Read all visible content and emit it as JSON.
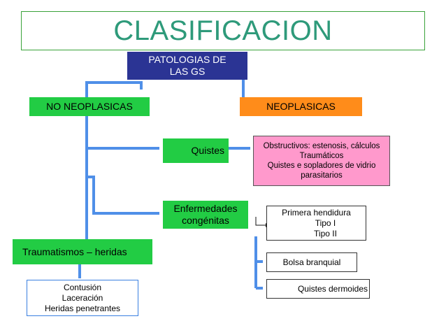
{
  "title": "CLASIFICACION",
  "root": {
    "lines": [
      "PATOLOGIAS DE",
      "LAS GS"
    ]
  },
  "no_neoplasicas": "NO NEOPLASICAS",
  "neoplasicas": "NEOPLASICAS",
  "quistes": "Quistes",
  "quistes_detail": {
    "lines": [
      "Obstructivos: estenosis, cálculos",
      "Traumáticos",
      "Quistes e sopladores de vidrio",
      "parasitarios"
    ]
  },
  "enfermedades": {
    "lines": [
      "Enfermedades",
      "congénitas"
    ]
  },
  "primera_hendidura": {
    "lines": [
      "Primera hendidura",
      "Tipo I",
      "Tipo II"
    ]
  },
  "bolsa_branquial": "Bolsa branquial",
  "quistes_dermoides": "Quistes dermoides",
  "traumatismos": "Traumatismos – heridas",
  "traumatismos_detail": {
    "lines": [
      "Contusión",
      "Laceración",
      "Heridas penetrantes"
    ]
  },
  "colors": {
    "title": "#2e9a7a",
    "title_border": "#3aa23a",
    "navy": "#2b3494",
    "green": "#22cc44",
    "orange": "#ff8c1a",
    "pink": "#ff99cc",
    "connector": "#4f8fe8"
  }
}
